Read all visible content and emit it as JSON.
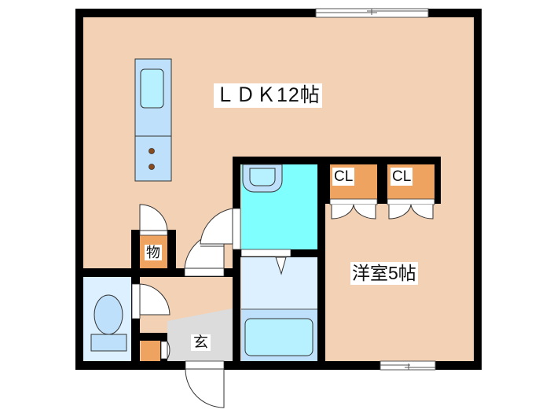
{
  "floorplan": {
    "rooms": [
      {
        "id": "ldk",
        "label": "ＬＤＫ12帖",
        "type": "living-dining-kitchen",
        "size_jo": 12
      },
      {
        "id": "western-room",
        "label": "洋室5帖",
        "type": "western-bedroom",
        "size_jo": 5
      },
      {
        "id": "closet-1",
        "label": "CL",
        "type": "closet"
      },
      {
        "id": "closet-2",
        "label": "CL",
        "type": "closet"
      },
      {
        "id": "storage",
        "label": "物",
        "type": "storage"
      },
      {
        "id": "entrance",
        "label": "玄",
        "type": "entrance"
      },
      {
        "id": "washroom",
        "label": "",
        "type": "washroom"
      },
      {
        "id": "bathroom",
        "label": "",
        "type": "bathroom"
      },
      {
        "id": "toilet",
        "label": "",
        "type": "toilet"
      }
    ],
    "colors": {
      "wall": "#000000",
      "floor": "#f2d1b5",
      "washroom": "#80ffff",
      "wet_light": "#dcf0ff",
      "wet_mid": "#bfe0fb",
      "fixture": "#b7f0ff",
      "storage_accent": "#eea460",
      "entrance_floor": "#dcdcdc",
      "door": "#ffffff",
      "burner": "#8a4a1c"
    }
  }
}
